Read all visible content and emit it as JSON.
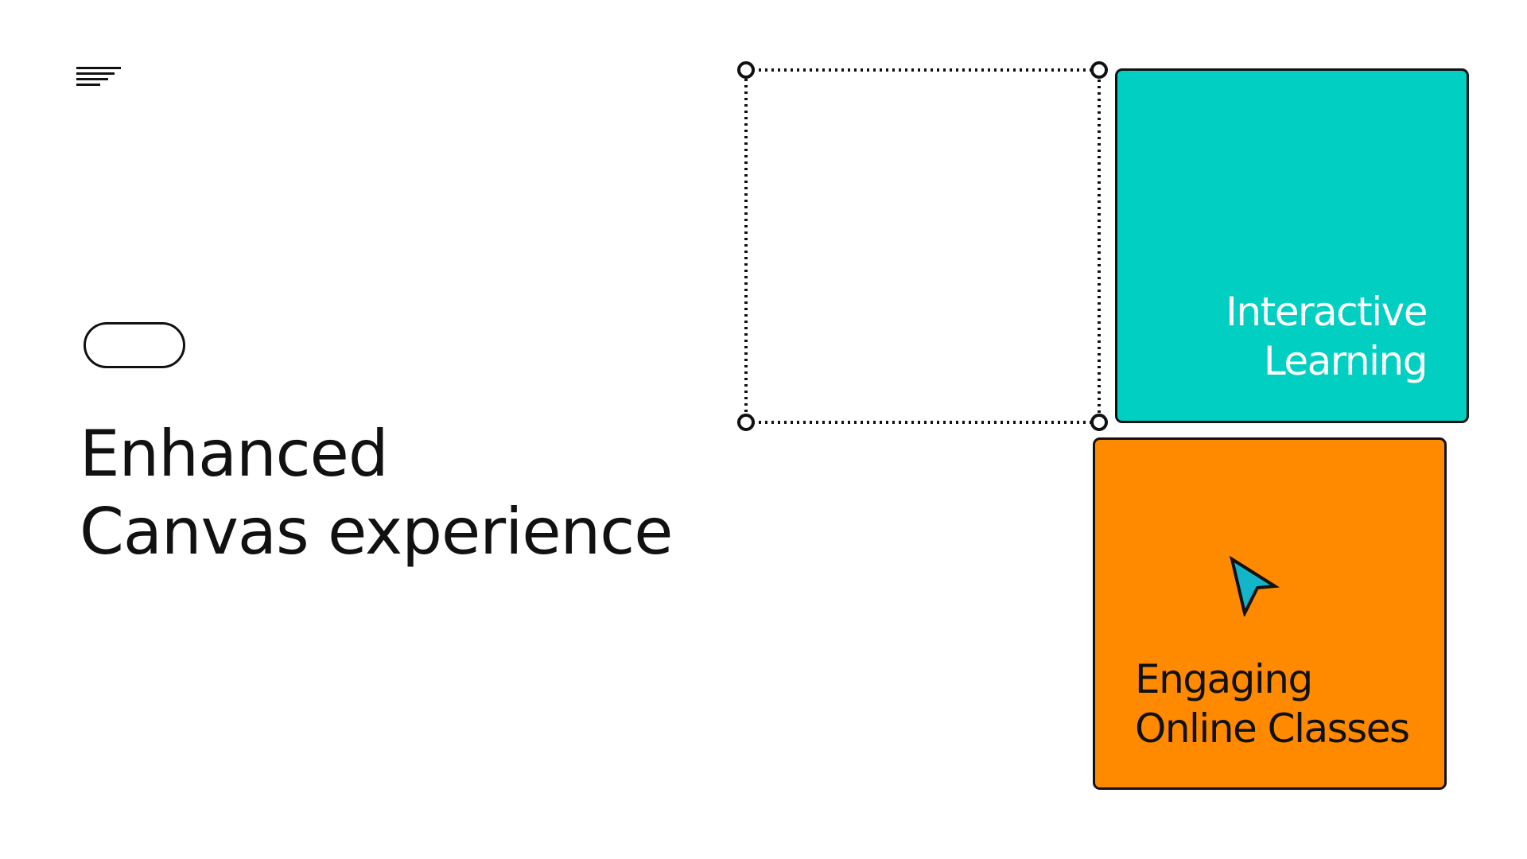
{
  "headline": {
    "line1": "Enhanced",
    "line2": "Canvas experience"
  },
  "cards": {
    "teal": {
      "line1": "Interactive",
      "line2": "Learning",
      "color": "#00CFC1"
    },
    "orange": {
      "line1": "Engaging",
      "line2": "Online Classes",
      "color": "#FF8A00"
    }
  },
  "colors": {
    "background": "#FFFFFF",
    "stroke": "#111111",
    "cursor_fill": "#12B6C8"
  },
  "icons": {
    "menu": "menu-lines-icon",
    "cursor": "mouse-pointer-icon",
    "selection_handle": "resize-handle-icon"
  }
}
